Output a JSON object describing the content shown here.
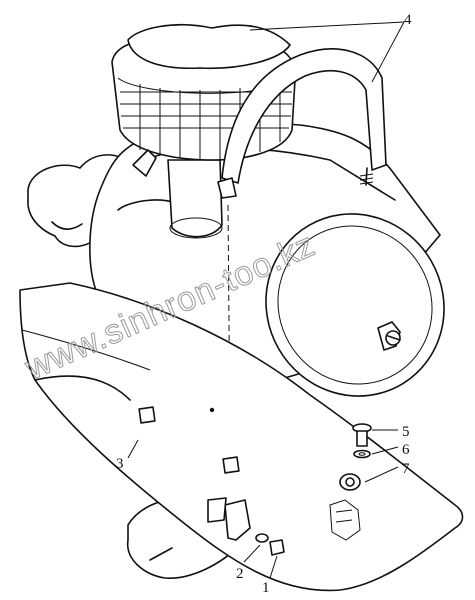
{
  "watermark": "www.sinhron-too.kz",
  "callouts": [
    {
      "id": "callout-1",
      "label": "1"
    },
    {
      "id": "callout-2",
      "label": "2"
    },
    {
      "id": "callout-3",
      "label": "3"
    },
    {
      "id": "callout-4",
      "label": "4"
    },
    {
      "id": "callout-5",
      "label": "5"
    },
    {
      "id": "callout-6",
      "label": "6"
    },
    {
      "id": "callout-7",
      "label": "7"
    }
  ]
}
